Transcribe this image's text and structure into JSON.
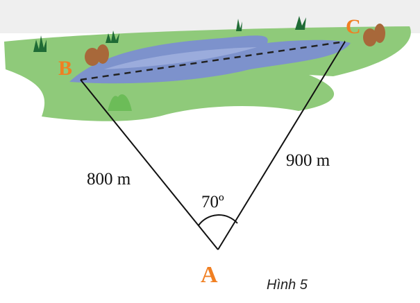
{
  "figure": {
    "points": {
      "A": "A",
      "B": "B",
      "C": "C"
    },
    "side_AB": "800 m",
    "side_AC": "900 m",
    "angle_A": "70º",
    "caption": "Hình 5"
  },
  "colors": {
    "point_label": "#f07f22",
    "grass": "#8fca7a",
    "pond": "#7d92cc",
    "line": "#111111"
  }
}
